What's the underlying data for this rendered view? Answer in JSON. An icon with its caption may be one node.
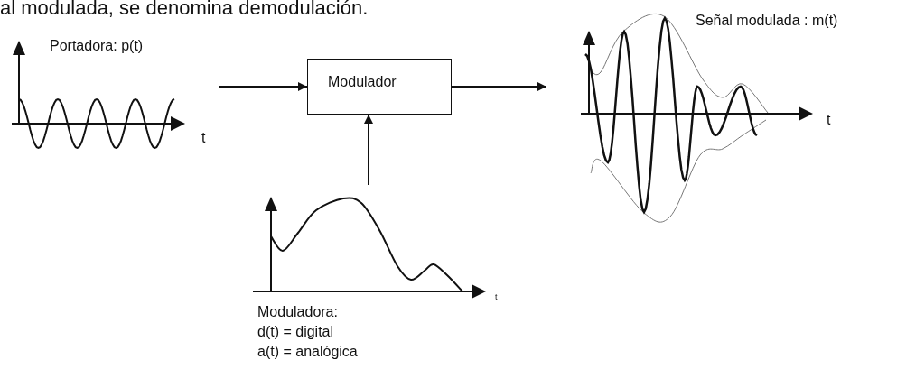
{
  "diagram": {
    "nodes": [
      {
        "text": [
          "Portadora: p(t)",
          "t"
        ]
      },
      {
        "text": [
          "Modulador"
        ]
      },
      {
        "text": [
          "Señal modulada : m(t)",
          "t"
        ]
      },
      {
        "text": [
          "t",
          "Moduladora:",
          "d(t) = digital",
          "a(t) = analógica"
        ]
      }
    ],
    "edges": [
      {
        "from": 0,
        "to": 1,
        "arrow": "to"
      },
      {
        "from": 1,
        "to": 2,
        "arrow": "to"
      },
      {
        "from": 3,
        "to": 1,
        "arrow": "to"
      }
    ],
    "labels": [
      "al modulada, se denomina demodulación."
    ]
  }
}
